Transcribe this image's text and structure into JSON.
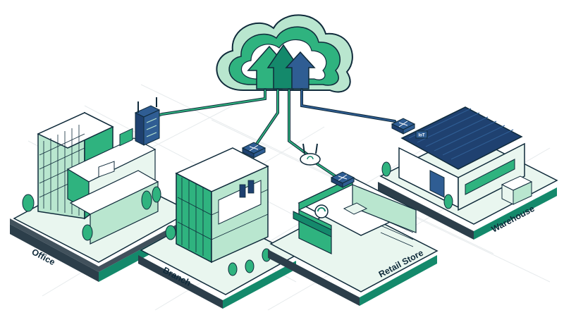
{
  "labels": {
    "office": "Office",
    "branch": "Branch",
    "retail": "Retail Store",
    "warehouse": "Warehouse"
  },
  "iot_badge": "IoT",
  "colors": {
    "ink": "#0f2a3a",
    "green_dark": "#14896b",
    "green": "#2fb37f",
    "green_light": "#b9e6cf",
    "teal": "#2a6f7a",
    "blue": "#2f5d93",
    "blue_dark": "#1f4170",
    "road": "#2c3e4a",
    "ground": "#e9f6ef",
    "grid": "#e6eaec"
  },
  "icons": [
    "cloud-icon",
    "upload-arrows-icon",
    "router-icon",
    "switch-icon",
    "wifi-access-point-icon"
  ]
}
